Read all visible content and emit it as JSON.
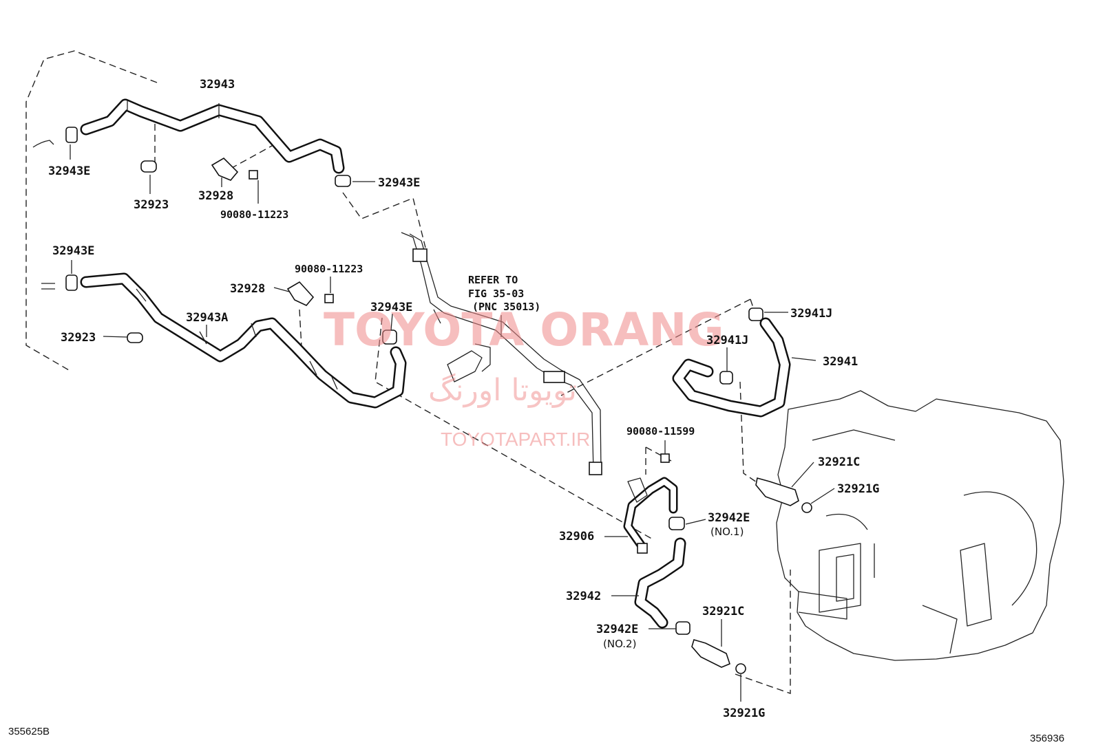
{
  "labels": {
    "l1": "32943",
    "l2": "32943E",
    "l3": "32923",
    "l4": "32928",
    "l5": "90080-11223",
    "l6": "32943E",
    "l7": "32943E",
    "l8": "90080-11223",
    "l9": "32928",
    "l10": "32943A",
    "l11": "32943E",
    "l12": "32923",
    "l13": "32941J",
    "l14": "32941J",
    "l15": "32941",
    "l16": "90080-11599",
    "l17": "32921C",
    "l18": "32921G",
    "l19": "32942E",
    "l20": "(NO.1)",
    "l21": "32906",
    "l22": "32942",
    "l23": "32942E",
    "l24": "(NO.2)",
    "l25": "32921C",
    "l26": "32921G"
  },
  "reference": {
    "line1": "REFER TO",
    "line2": "FIG 35-03",
    "line3": "(PNC 35013)"
  },
  "watermark": {
    "brand": "TOYOTA ORANG",
    "persian": "تویوتا اورنگ",
    "site": "TOYOTAPART.IR"
  },
  "codes": {
    "left": "355625B",
    "right": "356936"
  }
}
